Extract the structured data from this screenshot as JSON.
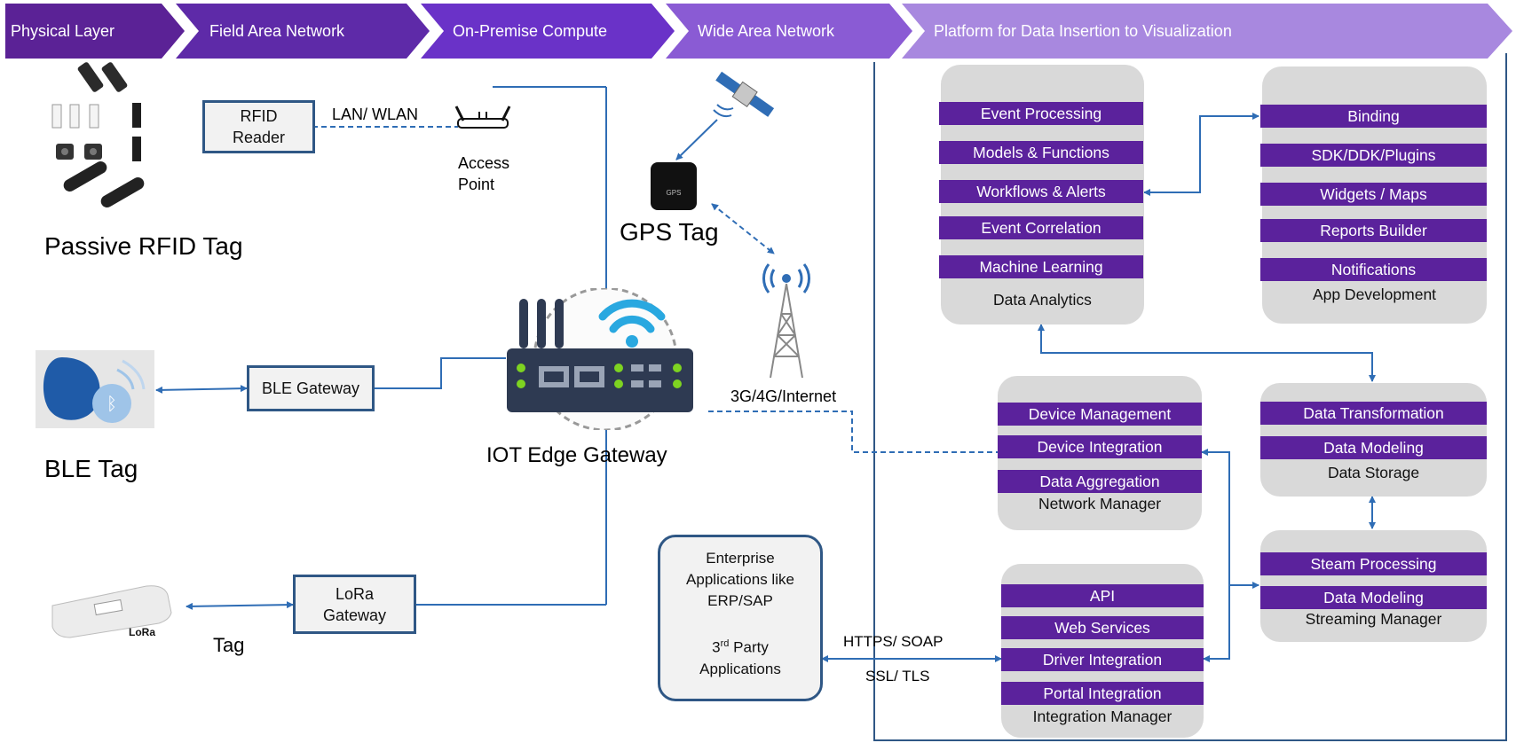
{
  "header": {
    "stages": [
      {
        "label": "Physical Layer"
      },
      {
        "label": "Field Area Network"
      },
      {
        "label": "On-Premise Compute"
      },
      {
        "label": "Wide Area Network"
      },
      {
        "label": "Platform for Data Insertion to Visualization"
      }
    ],
    "colors": [
      "#5b2296",
      "#5e2aa8",
      "#6a32c8",
      "#8a5bd4",
      "#a888df"
    ]
  },
  "devices": {
    "rfid_tag_label": "Passive RFID Tag",
    "rfid_reader": [
      "RFID",
      "Reader"
    ],
    "lan_label": "LAN/ WLAN",
    "access_point": [
      "Access",
      "Point"
    ],
    "ble_tag_label": "BLE Tag",
    "ble_gateway": "BLE Gateway",
    "lora_tag_label": "Tag",
    "lora_logo": "LoRa",
    "lora_gateway": [
      "LoRa",
      "Gateway"
    ],
    "edge_gateway_label": "IOT Edge Gateway",
    "gps_tag_label": "GPS Tag",
    "gps_text": "GPS",
    "cellular_label": "3G/4G/Internet",
    "https_label": "HTTPS/ SOAP",
    "ssl_label": "SSL/ TLS"
  },
  "enterprise": {
    "lines": [
      "Enterprise",
      "Applications like",
      "ERP/SAP"
    ],
    "party_num": "3",
    "party_sup": "rd",
    "party_rest": " Party",
    "party_line2": "Applications"
  },
  "panels": {
    "analytics": {
      "title": "Data Analytics",
      "items": [
        "Event Processing",
        "Models & Functions",
        "Workflows  & Alerts",
        "Event Correlation",
        "Machine Learning"
      ]
    },
    "app_dev": {
      "title": "App Development",
      "items": [
        "Binding",
        "SDK/DDK/Plugins",
        "Widgets / Maps",
        "Reports  Builder",
        "Notifications"
      ]
    },
    "network": {
      "title": "Network Manager",
      "items": [
        "Device Management",
        "Device  Integration",
        "Data Aggregation"
      ]
    },
    "storage": {
      "title": "Data Storage",
      "items": [
        "Data Transformation",
        "Data Modeling"
      ]
    },
    "streaming": {
      "title": "Streaming Manager",
      "items": [
        "Steam Processing",
        "Data Modeling"
      ]
    },
    "integration": {
      "title": "Integration Manager",
      "items": [
        "API",
        "Web Services",
        "Driver Integration",
        "Portal Integration"
      ]
    }
  }
}
